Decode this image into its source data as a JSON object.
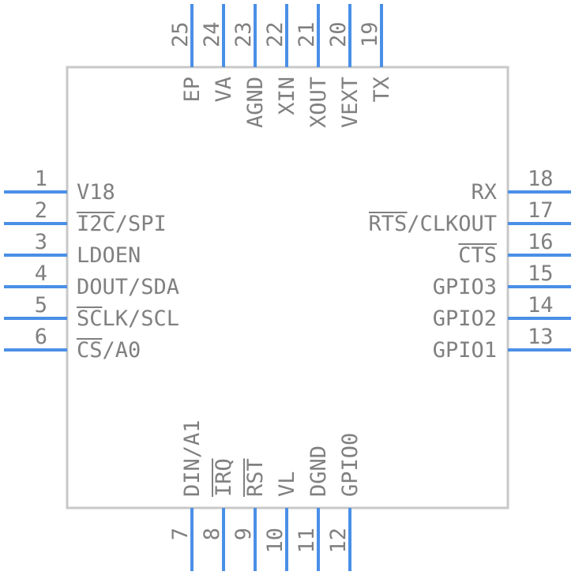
{
  "colors": {
    "body_outline": "#c8c8c8",
    "pin": "#4a8fe7",
    "text": "#808080",
    "background": "#ffffff"
  },
  "pins": {
    "left": [
      {
        "num": "1",
        "label": "V18",
        "overbar": ""
      },
      {
        "num": "2",
        "label": "I2C/SPI",
        "overbar": "I2C"
      },
      {
        "num": "3",
        "label": "LDOEN",
        "overbar": ""
      },
      {
        "num": "4",
        "label": "DOUT/SDA",
        "overbar": ""
      },
      {
        "num": "5",
        "label": "SCLK/SCL",
        "overbar": "SC"
      },
      {
        "num": "6",
        "label": "CS/A0",
        "overbar": "CS"
      }
    ],
    "right": [
      {
        "num": "18",
        "label": "RX",
        "overbar": ""
      },
      {
        "num": "17",
        "label": "RTS/CLKOUT",
        "overbar": "RTS"
      },
      {
        "num": "16",
        "label": "CTS",
        "overbar": "CTS"
      },
      {
        "num": "15",
        "label": "GPIO3",
        "overbar": ""
      },
      {
        "num": "14",
        "label": "GPIO2",
        "overbar": ""
      },
      {
        "num": "13",
        "label": "GPIO1",
        "overbar": ""
      }
    ],
    "bottom": [
      {
        "num": "7",
        "label": "DIN/A1",
        "overbar": ""
      },
      {
        "num": "8",
        "label": "IRQ",
        "overbar": "IRQ"
      },
      {
        "num": "9",
        "label": "RST",
        "overbar": "RST"
      },
      {
        "num": "10",
        "label": "VL",
        "overbar": ""
      },
      {
        "num": "11",
        "label": "DGND",
        "overbar": ""
      },
      {
        "num": "12",
        "label": "GPIO0",
        "overbar": ""
      }
    ],
    "top": [
      {
        "num": "25",
        "label": "EP",
        "overbar": ""
      },
      {
        "num": "24",
        "label": "VA",
        "overbar": ""
      },
      {
        "num": "23",
        "label": "AGND",
        "overbar": ""
      },
      {
        "num": "22",
        "label": "XIN",
        "overbar": ""
      },
      {
        "num": "21",
        "label": "XOUT",
        "overbar": ""
      },
      {
        "num": "20",
        "label": "VEXT",
        "overbar": ""
      },
      {
        "num": "19",
        "label": "TX",
        "overbar": ""
      }
    ]
  }
}
